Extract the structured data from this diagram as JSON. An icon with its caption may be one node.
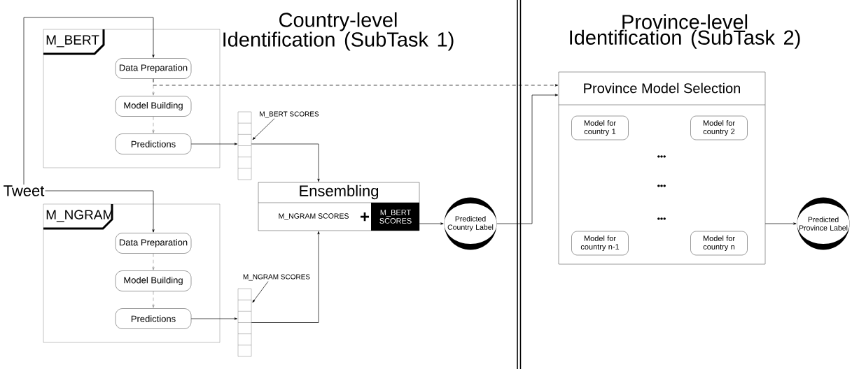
{
  "diagram": {
    "nodes": [
      {
        "text": [
          "Tweet"
        ]
      },
      {
        "text": [
          "M_BERT"
        ]
      },
      {
        "text": [
          "Data Preparation"
        ],
        "in": 1
      },
      {
        "text": [
          "Model Building"
        ],
        "in": 1
      },
      {
        "text": [
          "Predictions"
        ],
        "in": 1
      },
      {
        "text": [],
        "shape": "bar"
      },
      {
        "text": [
          "M_BERT SCORES"
        ]
      },
      {
        "text": [
          "M_NGRAM"
        ]
      },
      {
        "text": [
          "Data Preparation"
        ],
        "in": 7
      },
      {
        "text": [
          "Model Building"
        ],
        "in": 7
      },
      {
        "text": [
          "Predictions"
        ],
        "in": 7
      },
      {
        "text": [],
        "shape": "bar"
      },
      {
        "text": [
          "M_NGRAM SCORES"
        ]
      },
      {
        "text": [
          "Ensembling",
          "M_NGRAM SCORES",
          "+",
          "M_BERT SCORES"
        ]
      },
      {
        "text": [
          "Predicted Country Label"
        ]
      },
      {
        "text": [
          "Province Model Selection"
        ]
      },
      {
        "text": [
          "Model for country 1"
        ],
        "in": 15
      },
      {
        "text": [
          "Model for country 2"
        ],
        "in": 15
      },
      {
        "text": [
          "Model for country n-1"
        ],
        "in": 15
      },
      {
        "text": [
          "Model for country n"
        ],
        "in": 15
      },
      {
        "text": [
          "Predicted Province Label"
        ]
      }
    ],
    "edges": [
      {
        "from": 0,
        "to": 2,
        "arrow": "to"
      },
      {
        "from": 0,
        "to": 8,
        "arrow": "to"
      },
      {
        "from": 2,
        "to": 3,
        "arrow": "to",
        "style": "dashed",
        "color": "#999999"
      },
      {
        "from": 3,
        "to": 4,
        "arrow": "to",
        "style": "dashed",
        "color": "#999999"
      },
      {
        "from": 8,
        "to": 9,
        "arrow": "to",
        "style": "dashed",
        "color": "#999999"
      },
      {
        "from": 9,
        "to": 10,
        "arrow": "to",
        "style": "dashed",
        "color": "#999999"
      },
      {
        "from": 2,
        "to": 15,
        "arrow": "to",
        "style": "dashed"
      },
      {
        "from": 4,
        "to": 5,
        "arrow": "to"
      },
      {
        "from": 10,
        "to": 11,
        "arrow": "to"
      },
      {
        "from": 6,
        "to": 5,
        "arrow": "to"
      },
      {
        "from": 12,
        "to": 11,
        "arrow": "to"
      },
      {
        "from": 5,
        "to": 13,
        "arrow": "to"
      },
      {
        "from": 11,
        "to": 13,
        "arrow": "to"
      },
      {
        "from": 13,
        "to": 14,
        "arrow": "to"
      },
      {
        "from": 14,
        "to": 15,
        "arrow": "to"
      },
      {
        "from": 15,
        "to": 20,
        "arrow": "to"
      }
    ],
    "labels": [
      "Country-level Identification (SubTask 1)",
      "Province-level Identification (SubTask 2)",
      "•••",
      "•••",
      "•••"
    ]
  }
}
